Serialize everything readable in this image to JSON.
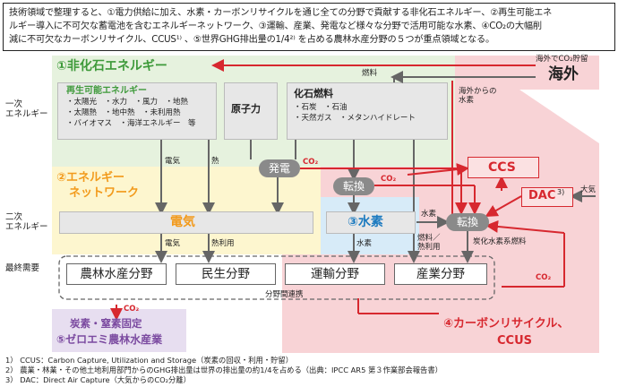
{
  "intro": {
    "line1": "技術領域で整理すると、①電力供給に加え、水素・カーボンリサイクルを通じ全ての分野で貢献する非化石エネルギー、②再生可能エネ",
    "line2": "ルギー導入に不可欠な蓄電池を含むエネルギーネットワーク、③運輸、産業、発電など様々な分野で活用可能な水素、④CO₂の大幅削",
    "line3": "減に不可欠なカーボンリサイクル、CCUS¹⁾ 、⑤世界GHG排出量の1/4²⁾ を占める農林水産分野の５つが重点領域となる。"
  },
  "row_labels": {
    "primary": "一次\nエネルギー",
    "secondary": "二次\nエネルギー",
    "final": "最終需要"
  },
  "fossil": {
    "title": "①非化石エネルギー",
    "renewable_title": "再生可能エネルギー",
    "renewable_items": [
      "・太陽光　・水力　・風力　・地熱",
      "・太陽熱　・地中熱　・未利用熱",
      "・バイオマス　・海洋エネルギー　等"
    ],
    "nuclear": "原子力",
    "fossil_fuel_title": "化石燃料",
    "fossil_fuel_items": [
      "・石炭　・石油",
      "・天然ガス　・メタンハイドレート"
    ],
    "fuel_label": "燃料"
  },
  "overseas": {
    "storage_label": "海外でCO₂貯留",
    "title": "海外",
    "hydrogen_label": "海外からの\n水素"
  },
  "flows": {
    "electricity": "電気",
    "heat": "熱",
    "co2": "CO₂",
    "hydrogen": "水素",
    "fuel_heat": "燃料／\n熱利用",
    "atmosphere": "大気",
    "elec2": "電気",
    "heat_use": "熱利用",
    "synthetic_fuel": "炭化水素系燃料",
    "cross_sector": "分野間連携"
  },
  "nodes": {
    "power_gen": "発電",
    "conversion1": "転換",
    "conversion2": "転換",
    "ccs": "CCS",
    "dac": "DAC",
    "dac_sup": "3)"
  },
  "network": {
    "title_line1": "②エネルギー",
    "title_line2": "ネットワーク",
    "electricity": "電気"
  },
  "hydrogen": {
    "title": "③水素"
  },
  "sectors": [
    "農林水産分野",
    "民生分野",
    "運輸分野",
    "産業分野"
  ],
  "zeroemi": {
    "item": "炭素・窒素固定",
    "title": "⑤ゼロエミ農林水産業"
  },
  "ccus": {
    "title_line1": "④カーボンリサイクル、",
    "title_line2": "CCUS"
  },
  "footnotes": [
    "1） CCUS：Carbon Capture, Utilization and Storage（炭素の回収・利用・貯留）",
    "2） 農業・林業・その他土地利用部門からのGHG排出量は世界の排出量の約1/4を占める（出典：IPCC AR5 第３作業部会報告書）",
    "3） DAC：Direct Air Capture（大気からのCO₂分離）"
  ],
  "colors": {
    "red": "#d7282f",
    "green": "#3e9a3a",
    "orange": "#f29a1b",
    "blue": "#1d7bc0",
    "purple": "#7b4aa0"
  }
}
